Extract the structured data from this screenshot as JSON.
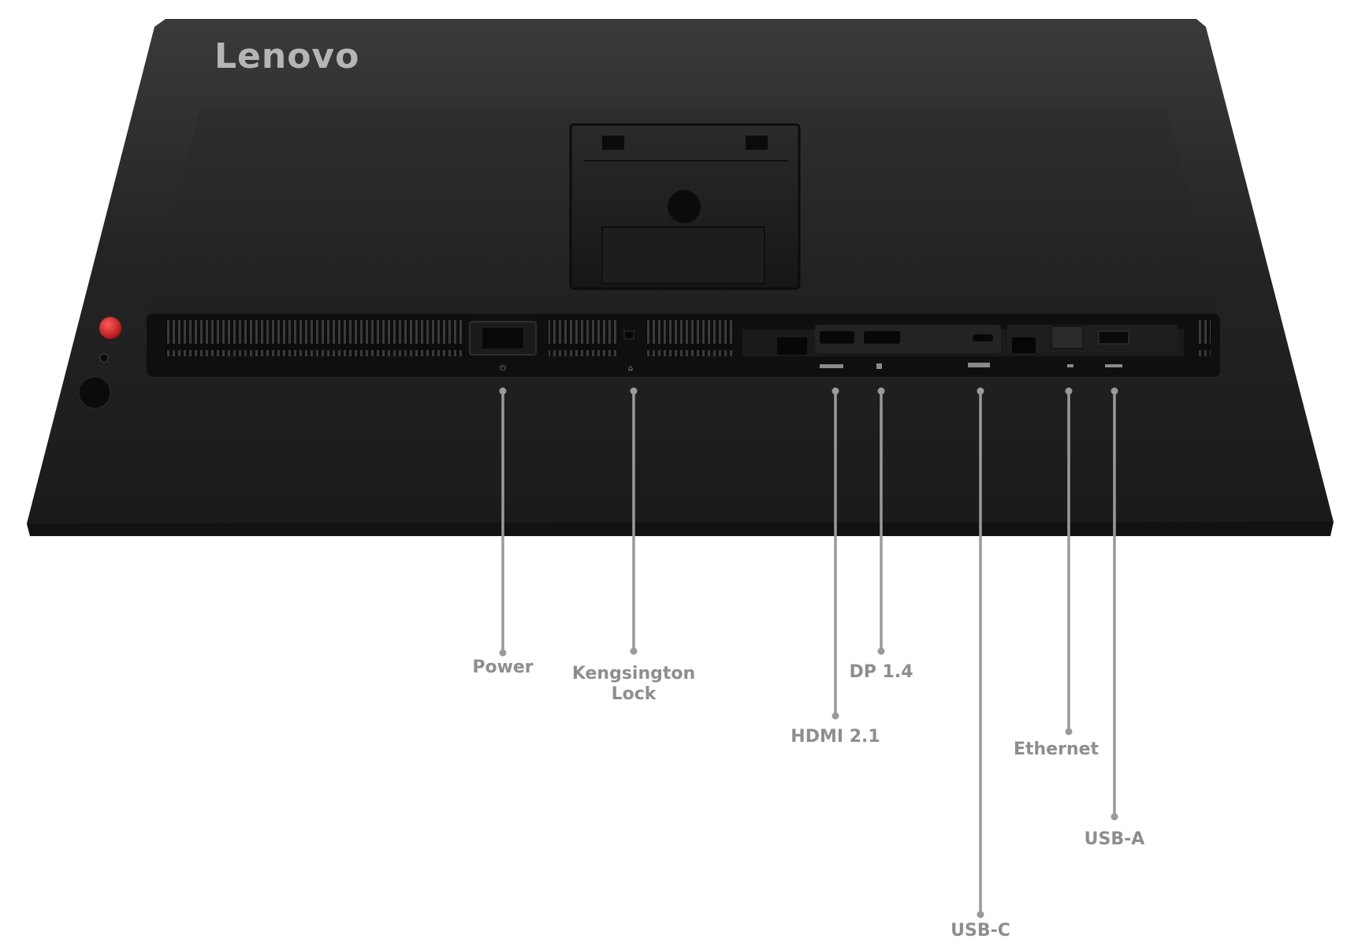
{
  "brand": {
    "logo_text": "Lenovo"
  },
  "colors": {
    "body": "#1e1e1e",
    "panel": "#262626",
    "callout_line": "#9a9a9a",
    "label_text": "#8e8e8e",
    "joystick_red": "#d42020"
  },
  "callouts": [
    {
      "id": "power",
      "label": "Power",
      "icon": "power-icon"
    },
    {
      "id": "kensington-lock",
      "label": "Kengsington\nLock",
      "icon": "lock-icon"
    },
    {
      "id": "hdmi",
      "label": "HDMI 2.1",
      "icon": "hdmi-icon"
    },
    {
      "id": "displayport",
      "label": "DP 1.4",
      "icon": "displayport-icon"
    },
    {
      "id": "usb-c",
      "label": "USB-C",
      "icon": "usb-c-icon"
    },
    {
      "id": "ethernet",
      "label": "Ethernet",
      "icon": "ethernet-icon"
    },
    {
      "id": "usb-a",
      "label": "USB-A",
      "icon": "usb-a-icon"
    }
  ]
}
